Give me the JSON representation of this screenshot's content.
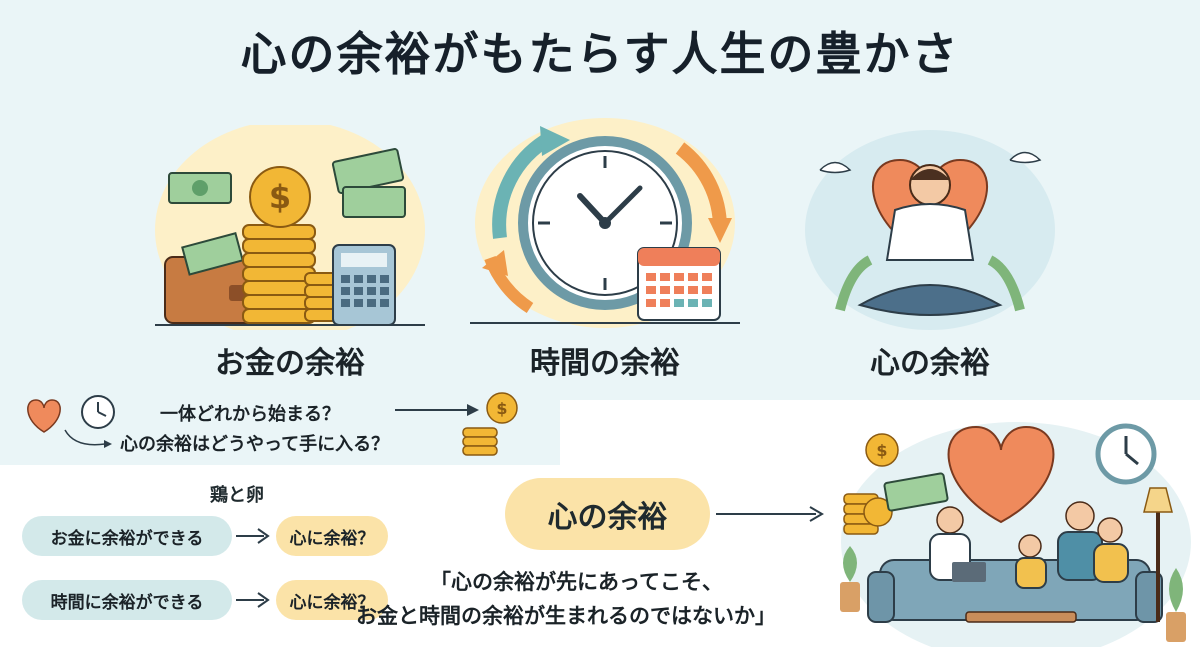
{
  "title": "心の余裕がもたらす人生の豊かさ",
  "panels": [
    {
      "label": "お金の余裕",
      "icon": "money-icon"
    },
    {
      "label": "時間の余裕",
      "icon": "clock-icon"
    },
    {
      "label": "心の余裕",
      "icon": "meditation-icon"
    }
  ],
  "question": {
    "line1": "一体どれから始まる？",
    "line2": "心の余裕はどうやって手に入る？"
  },
  "chicken_egg": {
    "label": "鶏と卵",
    "rows": [
      {
        "left": "お金に余裕ができる",
        "right": "心に余裕？"
      },
      {
        "left": "時間に余裕ができる",
        "right": "心に余裕？"
      }
    ]
  },
  "center_pill": "心の余裕",
  "quote": {
    "line1": "「心の余裕が先にあってこそ、",
    "line2": "お金と時間の余裕が生まれるのではないか」"
  },
  "colors": {
    "accent_yellow": "#fbe3a8",
    "accent_blue": "#d3e9ea",
    "heart": "#ef8a5c",
    "coin": "#f2b735",
    "bg": "#eaf5f7"
  }
}
